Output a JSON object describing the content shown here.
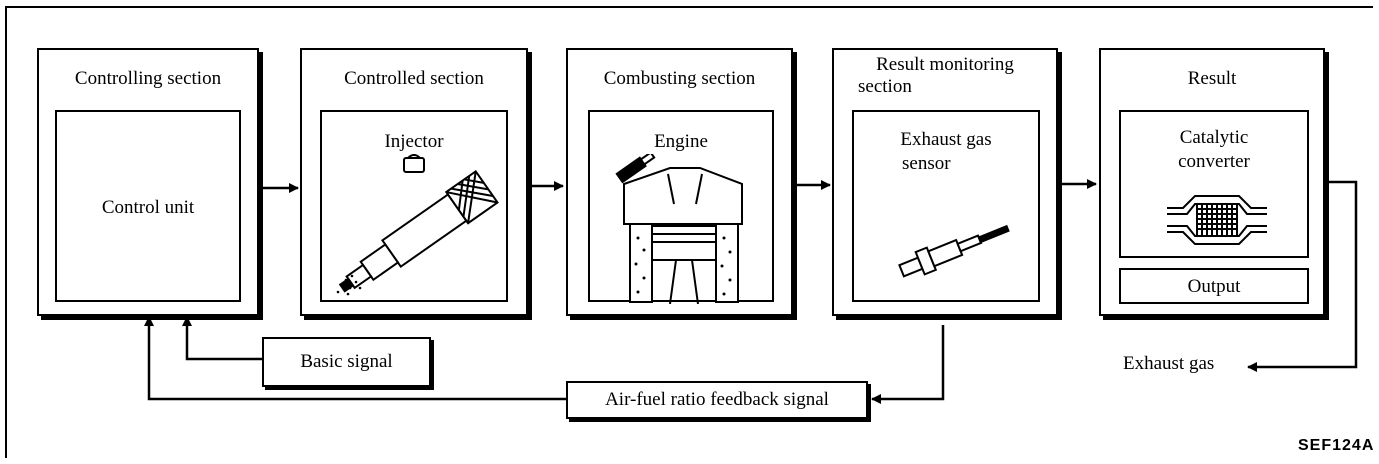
{
  "sections": [
    {
      "title": "Controlling section",
      "inner_label": "Control unit",
      "icon": "control-unit"
    },
    {
      "title": "Controlled section",
      "inner_label": "Injector",
      "icon": "injector-icon"
    },
    {
      "title": "Combusting section",
      "inner_label": "Engine",
      "icon": "engine-icon"
    },
    {
      "title": "Result monitoring section",
      "title_line1": "Result monitoring",
      "title_line2": "section",
      "inner_line1": "Exhaust gas",
      "inner_line2": "sensor",
      "icon": "exhaust-sensor-icon"
    },
    {
      "title": "Result",
      "inner_line1": "Catalytic",
      "inner_line2": "converter",
      "output_label": "Output",
      "icon": "catalytic-converter-icon"
    }
  ],
  "signals": {
    "basic": "Basic signal",
    "feedback": "Air-fuel ratio feedback signal"
  },
  "exhaust_label": "Exhaust gas",
  "figure_code": "SEF124A"
}
